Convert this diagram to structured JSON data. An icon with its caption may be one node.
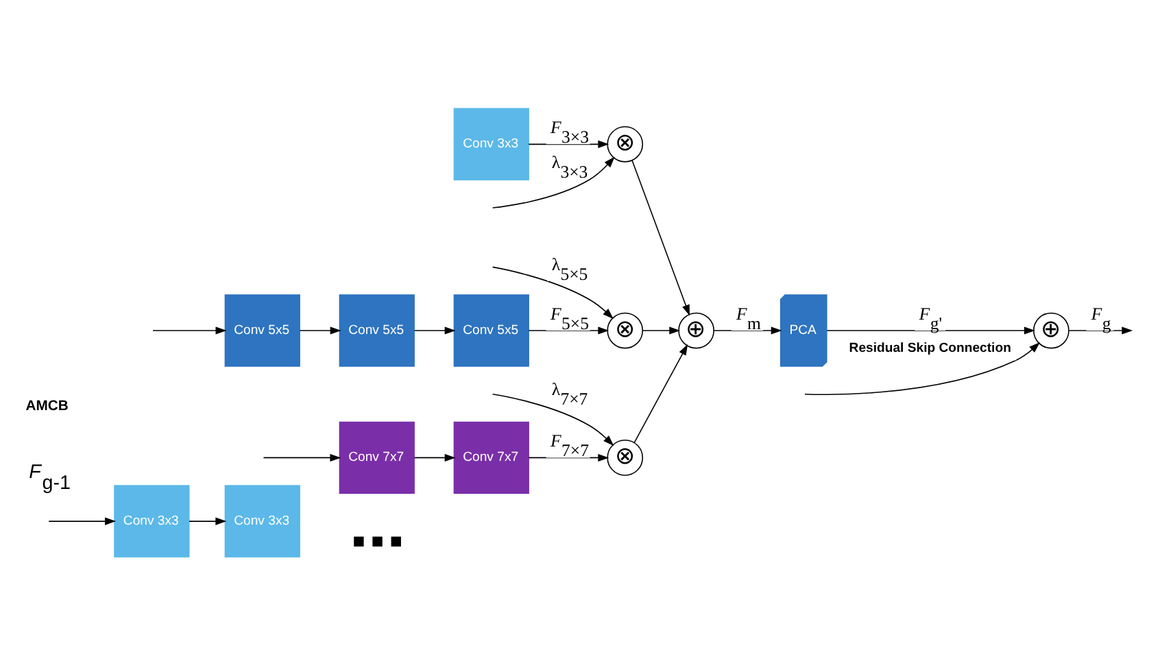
{
  "diagram": {
    "nodes": [
      {
        "text": [
          "Conv 3x3"
        ]
      },
      {
        "text": [
          "Conv 3x3"
        ]
      },
      {
        "text": [],
        "shape": "dots"
      },
      {
        "text": [
          "Conv 3x3"
        ]
      },
      {
        "text": [
          "Conv 5x5"
        ]
      },
      {
        "text": [
          "Conv 5x5"
        ]
      },
      {
        "text": [
          "Conv 5x5"
        ]
      },
      {
        "text": [
          "Conv 7x7"
        ]
      },
      {
        "text": [
          "Conv 7x7"
        ]
      },
      {
        "text": [
          "⊗"
        ]
      },
      {
        "text": [
          "⊗"
        ]
      },
      {
        "text": [
          "⊗"
        ]
      },
      {
        "text": [
          "⊕"
        ]
      },
      {
        "text": [
          "PCA"
        ]
      },
      {
        "text": [
          "⊕"
        ]
      }
    ],
    "edges": [
      {
        "from": null,
        "to": 0,
        "arrow": "to"
      },
      {
        "from": null,
        "to": 4,
        "arrow": "to"
      },
      {
        "from": null,
        "to": 7,
        "arrow": "to"
      },
      {
        "from": null,
        "to": 14,
        "arrow": "to",
        "label": "Residual Skip Connection"
      },
      {
        "from": 0,
        "to": 1,
        "arrow": "to"
      },
      {
        "from": 3,
        "to": 9,
        "arrow": "to",
        "label": "*F*$_{3×3}$"
      },
      {
        "from": 4,
        "to": 5,
        "arrow": "to"
      },
      {
        "from": 5,
        "to": 6,
        "arrow": "to"
      },
      {
        "from": 6,
        "to": 10,
        "arrow": "to",
        "label": "*F*$_{5×5}$"
      },
      {
        "from": 7,
        "to": 8,
        "arrow": "to"
      },
      {
        "from": 8,
        "to": 11,
        "arrow": "to",
        "label": "*F*$_{7×7}$"
      },
      {
        "from": null,
        "to": 9,
        "arrow": "to",
        "label": "λ$_{3×3}$"
      },
      {
        "from": null,
        "to": 10,
        "arrow": "to",
        "label": "λ$_{5×5}$"
      },
      {
        "from": null,
        "to": 11,
        "arrow": "to",
        "label": "λ$_{7×7}$"
      },
      {
        "from": 9,
        "to": 12,
        "arrow": "to"
      },
      {
        "from": 10,
        "to": 12,
        "arrow": "to"
      },
      {
        "from": 11,
        "to": 12,
        "arrow": "to"
      },
      {
        "from": 12,
        "to": 13,
        "arrow": "to",
        "label": "*F*$_{m}$"
      },
      {
        "from": 13,
        "to": 14,
        "arrow": "to",
        "label": "*F*$_{g'}$"
      },
      {
        "from": 14,
        "to": null,
        "arrow": "to",
        "label": "*F*$_{g}$"
      }
    ],
    "labels": [
      "*F*$_{g-1}$",
      "AMCB"
    ]
  }
}
